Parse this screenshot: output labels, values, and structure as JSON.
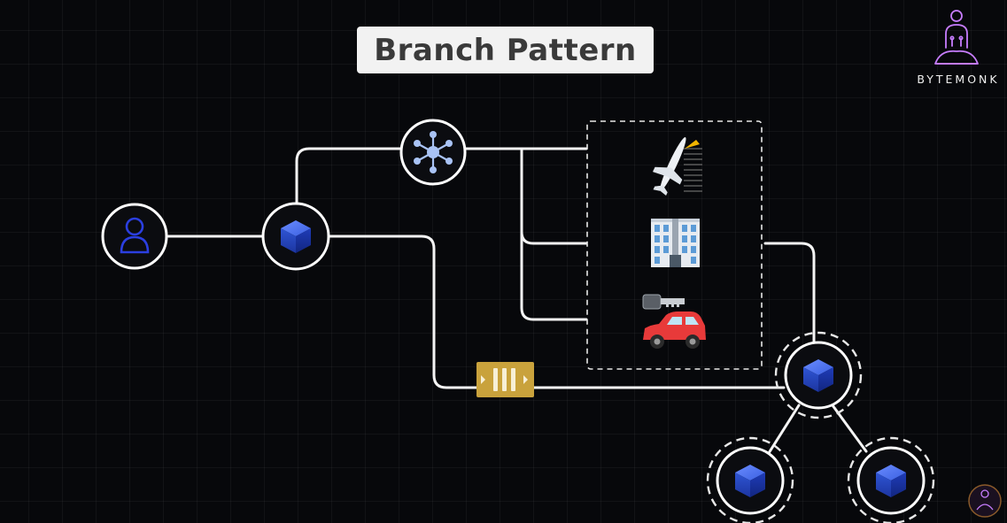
{
  "title": "Branch Pattern",
  "brand": {
    "name": "BYTEMONK",
    "icon": "monk-logo-icon"
  },
  "colors": {
    "background": "#07080b",
    "line": "#ffffff",
    "cube": "#2d5bd6",
    "queue": "#c9a23c",
    "logo": "#c77dff"
  },
  "nodes": [
    {
      "id": "client",
      "icon": "user-icon"
    },
    {
      "id": "aggregator",
      "icon": "cube-icon"
    },
    {
      "id": "broker",
      "icon": "hub-icon"
    },
    {
      "id": "queue",
      "icon": "queue-icon"
    },
    {
      "id": "branch-service",
      "icon": "cube-icon"
    },
    {
      "id": "child-service-left",
      "icon": "cube-icon"
    },
    {
      "id": "child-service-right",
      "icon": "cube-icon"
    }
  ],
  "services": [
    {
      "id": "flight",
      "icon": "airplane-icon"
    },
    {
      "id": "hotel",
      "icon": "hotel-building-icon"
    },
    {
      "id": "car-rental",
      "icon": "car-key-icon"
    }
  ]
}
